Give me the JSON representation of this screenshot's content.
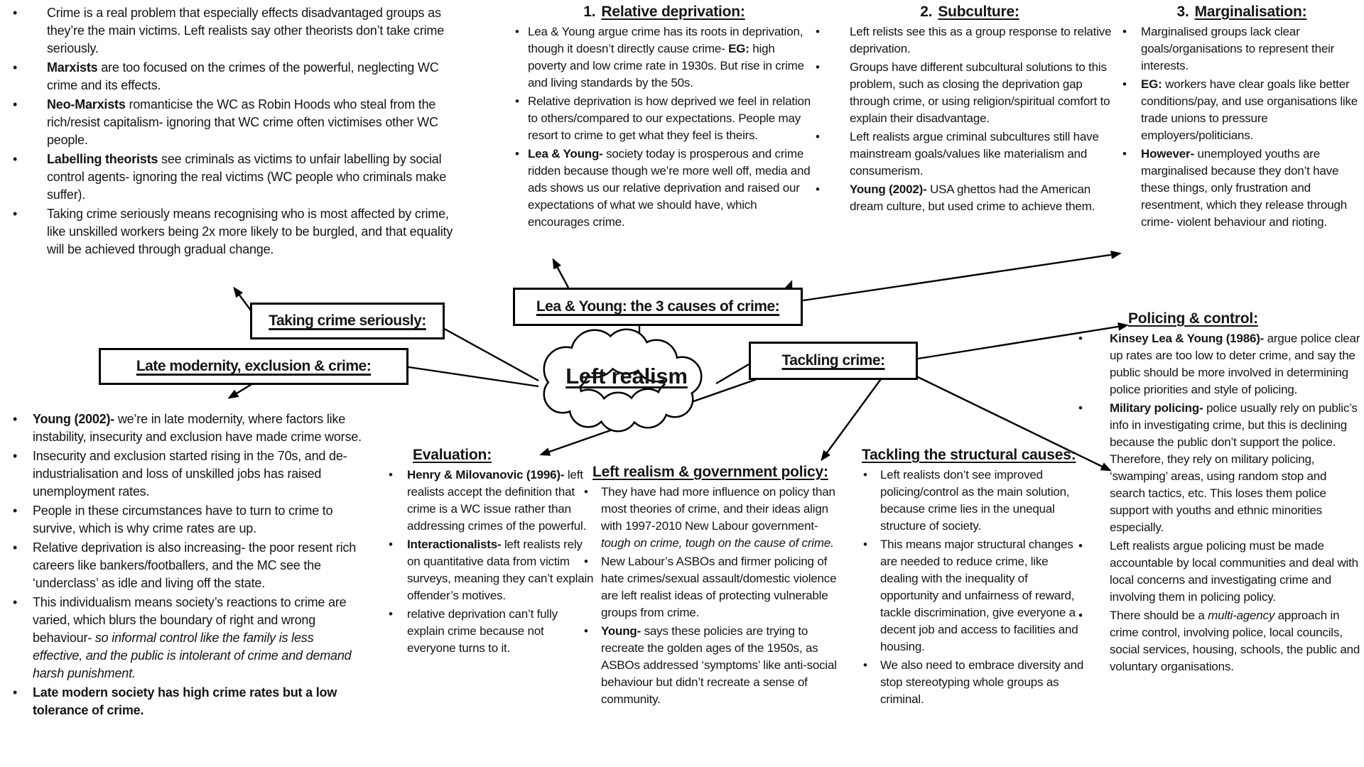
{
  "center": {
    "label": "Left realism"
  },
  "boxes": {
    "taking_label": "Taking crime seriously:",
    "late_label": "Late modernity, exclusion & crime:",
    "causes_label": "Lea & Young: the 3 causes of crime:",
    "tackling_label": "Tackling crime:"
  },
  "sections": {
    "taking_crime_seriously_notes": {
      "bullets": [
        [
          "Crime is a real problem that especially effects disadvantaged groups as they’re the main victims. Left realists say other theorists don’t take crime seriously."
        ],
        [
          {
            "b": "Marxists"
          },
          " are too focused on the crimes of the powerful, neglecting WC crime and its effects."
        ],
        [
          {
            "b": "Neo-Marxists"
          },
          " romanticise the WC as Robin Hoods who steal from the rich/resist capitalism- ignoring that WC crime often victimises other WC people."
        ],
        [
          {
            "b": "Labelling theorists"
          },
          " see criminals as victims to unfair labelling by social control agents- ignoring the real victims (WC people who criminals make suffer)."
        ],
        [
          "Taking crime seriously means recognising who is most affected by crime, like unskilled workers being 2x more likely to be burgled, and that equality will be achieved through gradual change."
        ]
      ]
    },
    "relative_deprivation": {
      "num": "1.",
      "heading": "Relative deprivation:",
      "bullets": [
        [
          "Lea & Young argue crime has its roots in deprivation, though it doesn’t directly cause crime- ",
          {
            "b": "EG:"
          },
          " high poverty and low crime rate in 1930s. But rise in crime and living standards by the 50s."
        ],
        [
          "Relative deprivation is how deprived we feel in relation to others/compared to our expectations. People may resort to crime to get what they feel is theirs."
        ],
        [
          {
            "b": "Lea & Young-"
          },
          " society today is prosperous and crime ridden because though we’re more well off, media and ads shows us our relative deprivation and raised our expectations of what we should have, which encourages crime."
        ]
      ]
    },
    "subculture": {
      "num": "2.",
      "heading": "Subculture:",
      "bullets": [
        [
          "Left relists see this as a group response to relative deprivation."
        ],
        [
          "Groups have different subcultural solutions to this problem, such as closing the deprivation gap through crime, or using religion/spiritual comfort to explain their disadvantage."
        ],
        [
          "Left realists argue criminal subcultures still have mainstream goals/values like materialism and consumerism."
        ],
        [
          {
            "b": "Young (2002)-"
          },
          " USA ghettos had the American dream culture, but used crime to achieve them."
        ]
      ]
    },
    "marginalisation": {
      "num": "3.",
      "heading": "Marginalisation:",
      "bullets": [
        [
          "Marginalised groups lack clear goals/organisations to represent their interests."
        ],
        [
          {
            "b": "EG:"
          },
          " workers have clear goals like better conditions/pay, and use organisations like trade unions to pressure employers/politicians."
        ],
        [
          {
            "b": "However-"
          },
          " unemployed youths are marginalised because they don’t have these things, only frustration and resentment, which they release through crime- violent behaviour and rioting."
        ]
      ]
    },
    "policing": {
      "heading": "Policing & control:",
      "bullets": [
        [
          {
            "b": "Kinsey Lea & Young (1986)-"
          },
          " argue police clear up rates are too low to deter crime, and say the public should be more involved in determining police priorities and style of policing."
        ],
        [
          {
            "b": "Military policing-"
          },
          " police usually rely on public’s info in investigating crime, but this is declining because the public don’t support the police. Therefore, they rely on military policing, ‘swamping’ areas, using random stop and search tactics, etc. This loses them police support with youths and ethnic minorities especially."
        ],
        [
          "Left realists argue policing must be made accountable by local communities and deal with local concerns and investigating crime and involving them in policing policy."
        ],
        [
          "There should be a ",
          {
            "i": "multi-agency"
          },
          " approach in crime control, involving police, local councils, social services, housing, schools, the public and voluntary organisations."
        ]
      ]
    },
    "late_modernity": {
      "bullets": [
        [
          {
            "b": "Young (2002)-"
          },
          " we’re in late modernity, where factors like instability, insecurity and exclusion have made crime worse."
        ],
        [
          "Insecurity and exclusion started rising in the 70s, and de-industrialisation and loss of unskilled jobs has raised unemployment rates."
        ],
        [
          "People in these circumstances have to turn to crime to survive, which is why crime rates are up."
        ],
        [
          "Relative deprivation is also increasing- the poor resent rich careers like bankers/footballers, and the MC see the ‘underclass’ as idle and living off the state."
        ],
        [
          "This individualism means society’s reactions to crime are varied, which blurs the boundary of right and wrong behaviour- ",
          {
            "i": "so informal control like the family is less effective, and the public is intolerant of crime and demand harsh punishment."
          }
        ],
        [
          {
            "b": "Late modern society has high crime rates but a low tolerance of crime."
          }
        ]
      ]
    },
    "evaluation": {
      "heading": "Evaluation:",
      "bullets": [
        [
          {
            "b": "Henry & Milovanovic (1996)-"
          },
          " left realists accept the definition that crime is a WC issue rather than addressing crimes of the powerful."
        ],
        [
          {
            "b": "Interactionalists-"
          },
          " left realists rely on quantitative data from victim surveys, meaning they can’t explain offender’s motives."
        ],
        [
          "relative deprivation can’t fully explain crime because not everyone turns to it."
        ]
      ]
    },
    "government_policy": {
      "heading": "Left realism & government policy:",
      "bullets": [
        [
          "They have had more influence on policy than most theories of crime, and their ideas align with 1997-2010 New Labour government- ",
          {
            "i": "tough on crime, tough on the cause of crime."
          }
        ],
        [
          "New Labour’s ASBOs and firmer policing of hate crimes/sexual assault/domestic violence are left realist ideas of protecting vulnerable groups from crime."
        ],
        [
          {
            "b": "Young-"
          },
          " says these policies are trying to recreate the golden ages of the 1950s, as ASBOs addressed ‘symptoms’ like anti-social behaviour but didn’t recreate a sense of community."
        ]
      ]
    },
    "structural_causes": {
      "heading": "Tackling the structural causes:",
      "bullets": [
        [
          "Left realists don’t see improved policing/control as the main solution, because crime lies in the unequal structure of society."
        ],
        [
          "This means major structural changes are needed to reduce crime, like dealing with the inequality of opportunity and unfairness of reward, tackle discrimination, give everyone a decent job and access to facilities and housing."
        ],
        [
          "We also need to embrace diversity and stop stereotyping whole groups as criminal."
        ]
      ]
    }
  }
}
